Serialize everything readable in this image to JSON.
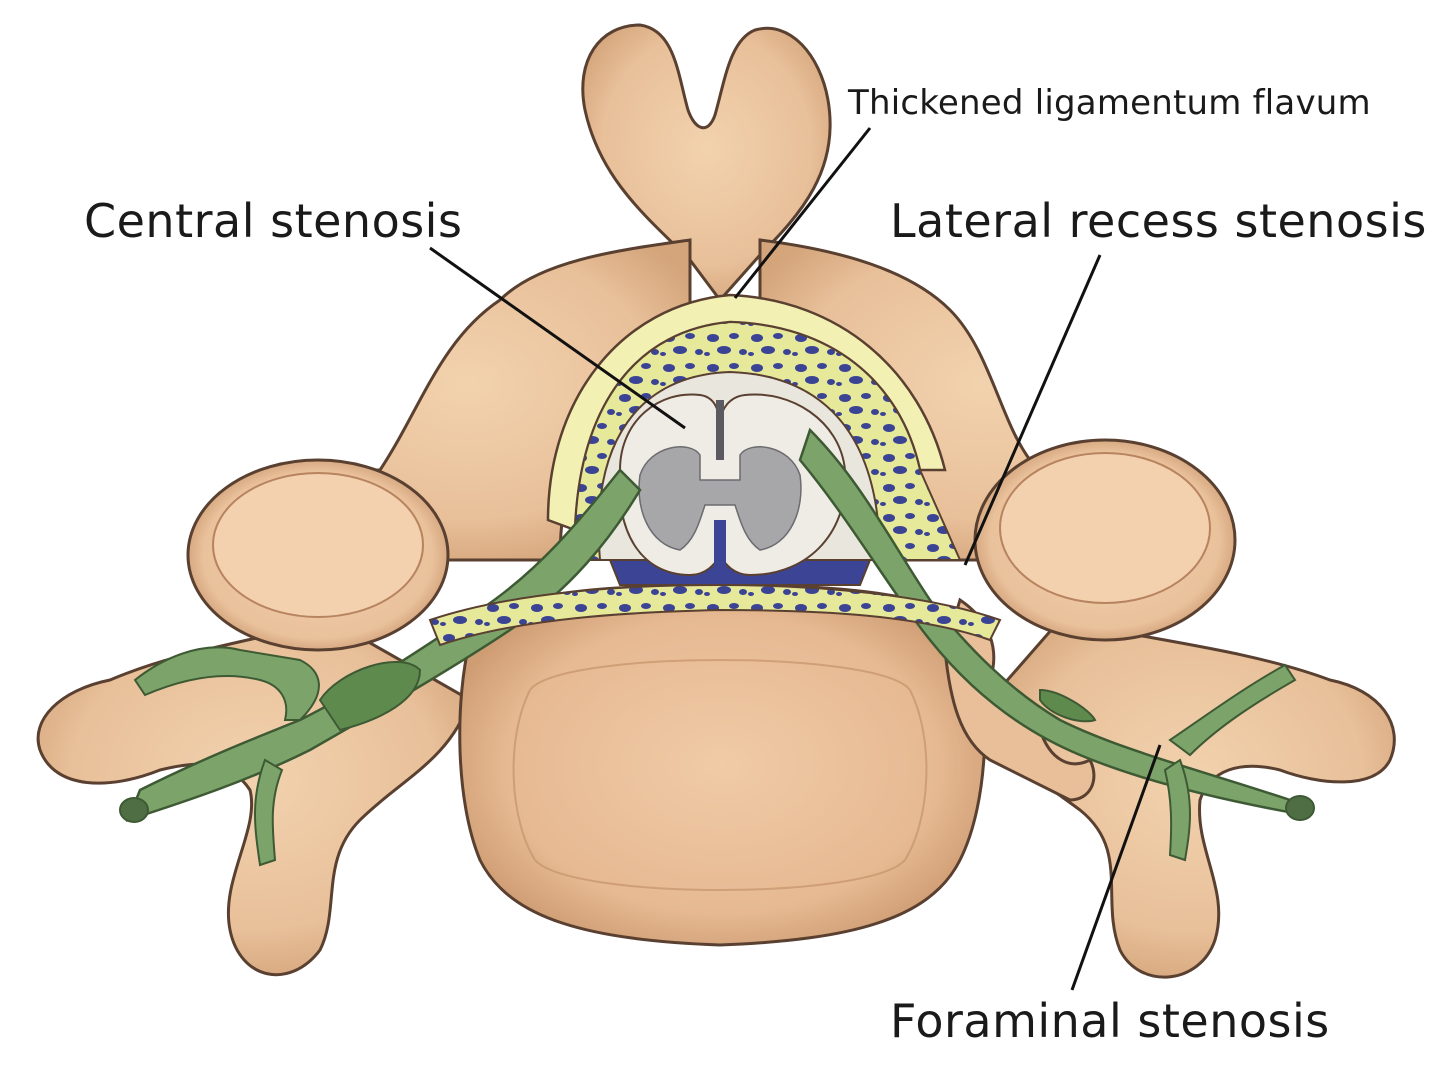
{
  "labels": {
    "central": "Central stenosis",
    "ligamentum": "Thickened ligamentum flavum",
    "lateral": "Lateral recess stenosis",
    "foraminal": "Foraminal stenosis"
  },
  "colors": {
    "bone": "#ecc7a0",
    "bone_shadow": "#c99a70",
    "bone_outline": "#5a4030",
    "ligament": "#f3f0b4",
    "fat": "#e8ea9a",
    "dura_dark": "#3c4496",
    "nerve": "#7ca46a",
    "cord": "#efece6",
    "grey_matter": "#a7a7a9",
    "leader": "#111111"
  }
}
